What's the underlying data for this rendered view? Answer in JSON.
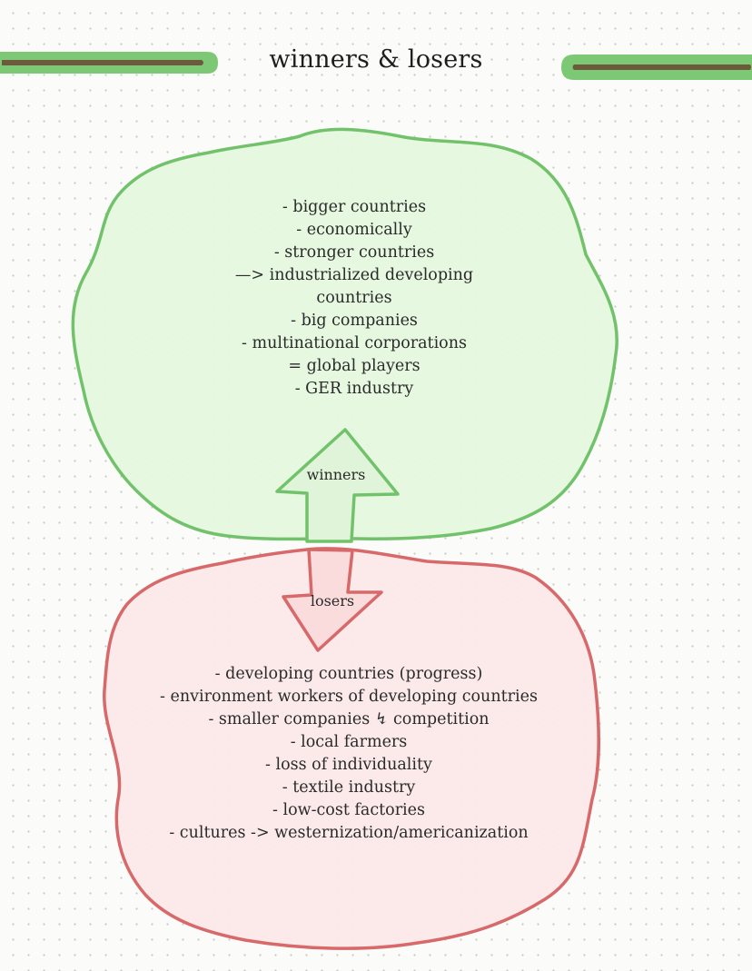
{
  "title": "winners & losers",
  "colors": {
    "green": "#72c26c",
    "green_fill": "#e5f7de",
    "red": "#d7696a",
    "red_fill": "#fce8e8",
    "bar": "#6b5a3c"
  },
  "winners": {
    "arrow_label": "winners",
    "items": [
      "- bigger countries",
      "- economically",
      "- stronger countries",
      "—> industrialized developing",
      "countries",
      "- big companies",
      "- multinational corporations",
      "= global players",
      "- GER industry"
    ]
  },
  "losers": {
    "arrow_label": "losers",
    "items": [
      "- developing countries (progress)",
      "- environment workers of developing countries",
      "- smaller companies ↯ competition",
      "- local farmers",
      "- loss of individuality",
      "- textile industry",
      "- low-cost factories",
      "- cultures -> westernization/americanization"
    ]
  }
}
